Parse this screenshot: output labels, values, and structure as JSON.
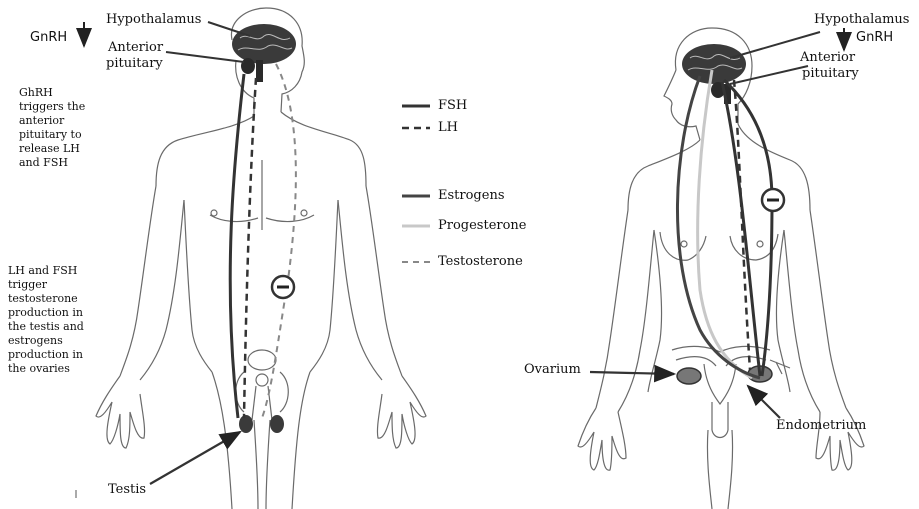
{
  "male": {
    "hypothalamus": "Hypothalamus",
    "gnrh": "GnRH",
    "anterior_pituitary_line1": "Anterior",
    "anterior_pituitary_line2": "pituitary",
    "testis": "Testis",
    "inhibition_symbol": "−"
  },
  "notes": {
    "gnrh_note": [
      "GhRH",
      "triggers the",
      "anterior",
      "pituitary to",
      "release LH",
      "and FSH"
    ],
    "production_note": [
      "LH and FSH",
      "trigger",
      "testosterone",
      "production in",
      "the testis and",
      "estrogens",
      "production in",
      "the ovaries"
    ]
  },
  "legend": {
    "fsh": "FSH",
    "lh": "LH",
    "estrogens": "Estrogens",
    "progesterone": "Progesterone",
    "testosterone": "Testosterone"
  },
  "female": {
    "hypothalamus": "Hypothalamus",
    "gnrh": "GnRH",
    "anterior_pituitary_line1": "Anterior",
    "anterior_pituitary_line2": "pituitary",
    "ovarium": "Ovarium",
    "endometrium": "Endometrium",
    "inhibition_symbol": "−"
  },
  "colors": {
    "fsh": "#333333",
    "lh": "#333333",
    "estrogens": "#444444",
    "progesterone": "#c8c8c8",
    "testosterone": "#888888",
    "outline": "#6a6a6a",
    "brain": "#3a3a3a"
  }
}
